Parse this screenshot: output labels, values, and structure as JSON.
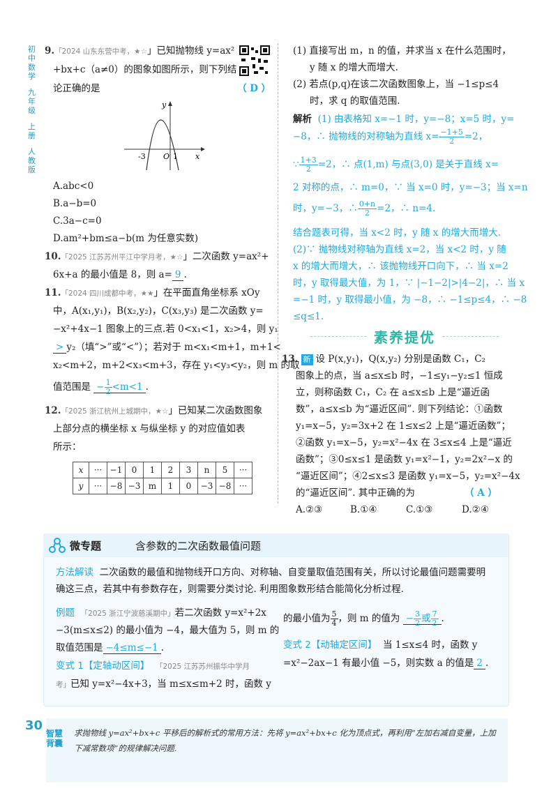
{
  "sidebar": [
    "初中数学",
    "九年级",
    "上册",
    "人教版"
  ],
  "q9": {
    "num": "9.",
    "source": "「2024 山东东营中考，",
    "l1": "」已知抛物线 y=ax² ",
    "l2": "+bx+c（a≠0）的图象如图所示，则下列结",
    "l3": "论正确的是",
    "answer": "（ D ）",
    "graph": {
      "y_label": "y",
      "x_label": "x",
      "o_label": "O",
      "tick_neg3": "-3",
      "tick_1": "1"
    },
    "optA": "A.abc<0",
    "optB": "B.a−b=0",
    "optC": "C.3a−c=0",
    "optD": "D.am²+bm≤a−b(m 为任意实数)"
  },
  "q10": {
    "num": "10.",
    "source": "「2025 江苏苏州平江中学月考，",
    "l1": "」二次函数 y=ax²+",
    "l2a": "6x+a 的最小值是 8，则 a=",
    "answer": "9",
    "l2b": "."
  },
  "q11": {
    "num": "11.",
    "source": "「2024 四川成都中考，",
    "l1": "」在平面直角坐标系 xOy",
    "l2": "中，A(x₁,y₁)，B(x₂,y₂)，C(x₃,y₃) 是二次函数 y=",
    "l3": "−x²+4x−1 图象上的三点.若 0<x₁<1，x₂>4，则 y₁",
    "ans1": ">",
    "l4": "y₂（填“>”或“<”）；若对于 m<x₁<m+1，m+1<",
    "l5": "x₂<m+2，m+2<x₃<m+3，存在 y₁<y₃<y₂，则 m 的取",
    "l6a": "值范围是",
    "ans2_num": "1",
    "ans2_den": "2",
    "ans2_pre": "−",
    "ans2_post": "<m<1",
    "l6b": "."
  },
  "q12": {
    "num": "12.",
    "source": "「2025 浙江杭州上城期中，",
    "l1": "」已知某二次函数图象",
    "l2": "上部分点的横坐标 x 与纵坐标 y 的对应值如表",
    "l3": "所示：",
    "table": [
      [
        "x",
        "···",
        "−1",
        "0",
        "1",
        "2",
        "3",
        "n",
        "5",
        "···"
      ],
      [
        "y",
        "···",
        "−8",
        "−3",
        "m",
        "1",
        "0",
        "−3",
        "−8",
        "···"
      ]
    ]
  },
  "right": {
    "p1": "(1) 直接写出 m，n 的值，并求当 x 在什么范围时，",
    "p1b": "y 随 x 的增大而增大.",
    "p2": "(2) 若点(p,q)在该二次函数图象上，当 −1≤p≤4",
    "p2b": "时，求 q 的取值范围.",
    "jx_label": "解析",
    "s1": "(1) 由表格知 x=−1 时，y=−8；x=5 时，y=",
    "s2a": "−8，∴ 抛物线的对称轴为直线 x=",
    "s2_num": "−1+5",
    "s2_den": "2",
    "s2b": "=2，",
    "s3a": "∵",
    "s3_num": "1+3",
    "s3_den": "2",
    "s3b": "=2，∴ 点(1,m) 与点(3,0) 是关于直线 x=",
    "s4": "2 对称的点，∴ m=0，∵ 当 x=0 时，y=−3；当 x=n",
    "s5a": "时，y=−3，∴",
    "s5_num": "0+n",
    "s5_den": "2",
    "s5b": "=2，∴ n=4.",
    "s6": "结合题表可得，当 x<2 时，y 随 x 的增大而增大.",
    "s7": "(2)∵ 抛物线对称轴为直线 x=2，当 x<2 时，y 随",
    "s8": "x 的增大而增大，∴ 该抛物线开口向下，∴ 当 x=2",
    "s9": "时，y 取得最大值，为 1，∵ |−1−2|>|4−2|，∴ 当 x",
    "s10": "=−1 时，y 取得最小值，为 −8，∴ −1≤p≤4，∴ −8",
    "s11": "≤q≤1."
  },
  "banner": "素养提优",
  "q13": {
    "num": "13.",
    "badge": "新",
    "l1": "设 P(x,y₁)，Q(x,y₂) 分别是函数 C₁，C₂",
    "l2": "图象上的点，当 a≤x≤b 时，−1≤y₁−y₂≤1 恒成",
    "l3": "立，则称函数 C₁，C₂ 在 a≤x≤b 上是“逼近函",
    "l4": "数”，a≤x≤b 为“逼近区间”. 则下列结论：①函数",
    "l5": "y₁=x−5，y₂=3x+2 在 1≤x≤2 上是“逼近函数”；",
    "l6": "②函数 y₁=x−5，y₂=x²−4x 在 3≤x≤4 上是“逼近",
    "l7": "函数”；③0≤x≤1 是函数 y₁=x²−1，y₂=2x²−x 的",
    "l8": "“逼近区间”；④2≤x≤3 是函数 y₁=x−5，y₂=x²−4x",
    "l9": "的“逼近区间”. 其中正确的为",
    "answer": "（ A ）",
    "opts": [
      "A.②③",
      "B.①④",
      "C.①③",
      "D.②④"
    ]
  },
  "micro": {
    "title1": "微专题",
    "title2": "含参数的二次函数最值问题",
    "method_label": "方法解读",
    "method1": "二次函数的最值和抛物线开口方向、对称轴、自变量取值范围有关，所以讨论最值问题需要明",
    "method2": "确这三点，若其中有参数存在，则需要分类讨论. 利用图象数形结合能简化分析过程.",
    "ex_label": "例题",
    "ex_src": "「2025 浙江宁波慈溪期中」",
    "ex1": "若二次函数 y=x²+2x",
    "ex2": "−3(m≤x≤2) 的最小值为 −4，最大值为 5，则 m 的",
    "ex3": "取值范围是",
    "ex_ans": "−4≤m≤−1",
    "ex3b": ".",
    "v1_label": "变式 1【定轴动区间】",
    "v1_src": "「2025 江苏苏州振华中学月",
    "v1_src2": "考」",
    "v1_l1": "已知 y=x²−4x+3，当 m≤x≤m+2 时，函数 y",
    "r1a": "的最小值为",
    "r1_num": "5",
    "r1_den": "4",
    "r1b": "，则 m 的值为",
    "r1_ans_a_num": "3",
    "r1_ans_a_den": "2",
    "r1_ans_or": "或",
    "r1_ans_b_num": "7",
    "r1_ans_b_den": "2",
    "r1c": ".",
    "v2_label": "变式 2【动轴定区间】",
    "v2_l1": "当 1≤x≤4 时，函数 y",
    "v2_l2a": "=x²−2ax−1 有最小值 −5，则实数 a 的值是",
    "v2_ans": "2",
    "v2_l2b": "."
  },
  "page_num": "30",
  "tip": {
    "label": "智慧背囊",
    "l1": "求抛物线 y=ax²+bx+c 平移后的解析式的常用方法：先将 y=ax²+bx+c 化为顶点式，再利用“左加右减自变量，上加",
    "l2": "下减常数项”的规律解决问题."
  }
}
